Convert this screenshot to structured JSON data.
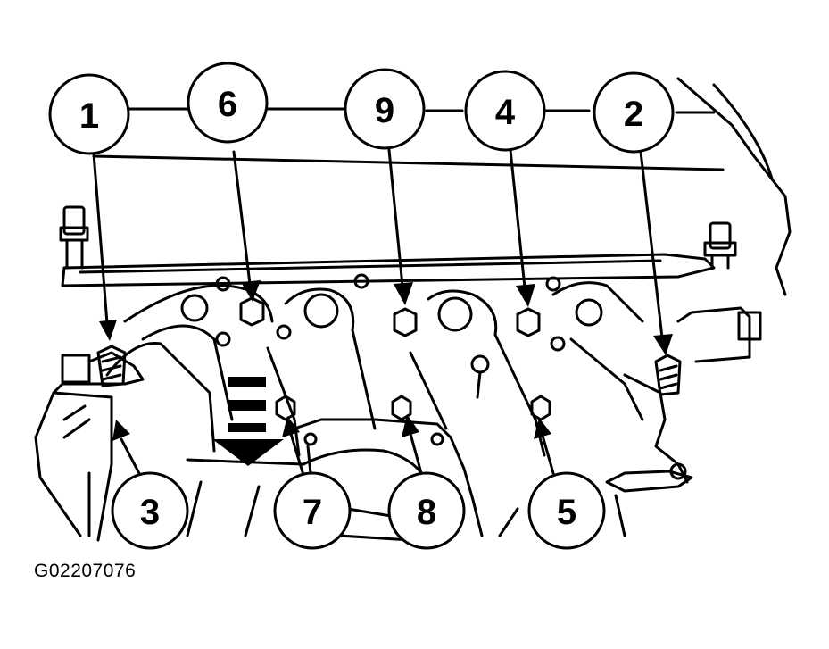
{
  "figure_id": "G02207076",
  "callouts": [
    {
      "id": "callout-1",
      "label": "1"
    },
    {
      "id": "callout-6",
      "label": "6"
    },
    {
      "id": "callout-9",
      "label": "9"
    },
    {
      "id": "callout-4",
      "label": "4"
    },
    {
      "id": "callout-2",
      "label": "2"
    },
    {
      "id": "callout-3",
      "label": "3"
    },
    {
      "id": "callout-7",
      "label": "7"
    },
    {
      "id": "callout-8",
      "label": "8"
    },
    {
      "id": "callout-5",
      "label": "5"
    }
  ],
  "colors": {
    "ink": "#000000",
    "paper": "#ffffff"
  }
}
